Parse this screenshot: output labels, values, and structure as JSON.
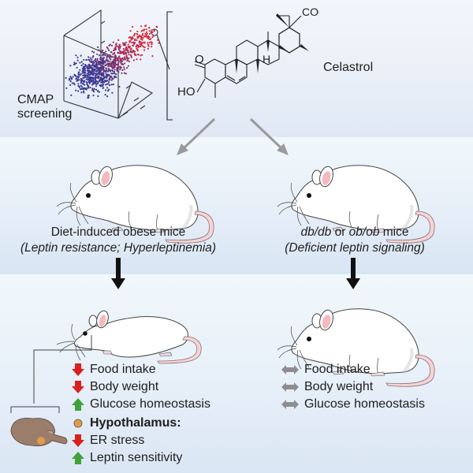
{
  "top": {
    "screening_label_line1": "CMAP",
    "screening_label_line2": "screening",
    "compound_name": "Celastrol",
    "structure_labels": {
      "carboxyl": "COOH",
      "ketone": "O",
      "hydroxyl": "HO",
      "hydrogen": "H"
    }
  },
  "models": {
    "left": {
      "title": "Diet-induced obese mice",
      "subtitle": "(Leptin resistance; Hyperleptinemia)"
    },
    "right": {
      "title_part1": "db/db",
      "title_part2": " or ",
      "title_part3": "ob/ob",
      "title_part4": " mice",
      "subtitle": "(Deficient leptin signaling)"
    }
  },
  "outcomes": {
    "left": [
      {
        "label": "Food intake",
        "direction": "down",
        "icon": "red-down-arrow-icon"
      },
      {
        "label": "Body weight",
        "direction": "down",
        "icon": "red-down-arrow-icon"
      },
      {
        "label": "Glucose homeostasis",
        "direction": "up",
        "icon": "green-up-arrow-icon"
      }
    ],
    "hypothalamus": {
      "title": "Hypothalamus:",
      "items": [
        {
          "label": "ER stress",
          "direction": "down",
          "icon": "red-down-arrow-icon"
        },
        {
          "label": "Leptin sensitivity",
          "direction": "up",
          "icon": "green-up-arrow-icon"
        }
      ]
    },
    "right": [
      {
        "label": "Food intake",
        "direction": "unchanged",
        "icon": "gray-double-arrow-icon"
      },
      {
        "label": "Body weight",
        "direction": "unchanged",
        "icon": "gray-double-arrow-icon"
      },
      {
        "label": "Glucose homeostasis",
        "direction": "unchanged",
        "icon": "gray-double-arrow-icon"
      }
    ]
  },
  "colors": {
    "down": "#d9201f",
    "up": "#3fa23a",
    "unchanged": "#8e8e92",
    "scatter_low": "#2f3a9a",
    "scatter_high": "#d9283a",
    "brain": "#9b7d6c",
    "brain_marker": "#e39a4a"
  }
}
